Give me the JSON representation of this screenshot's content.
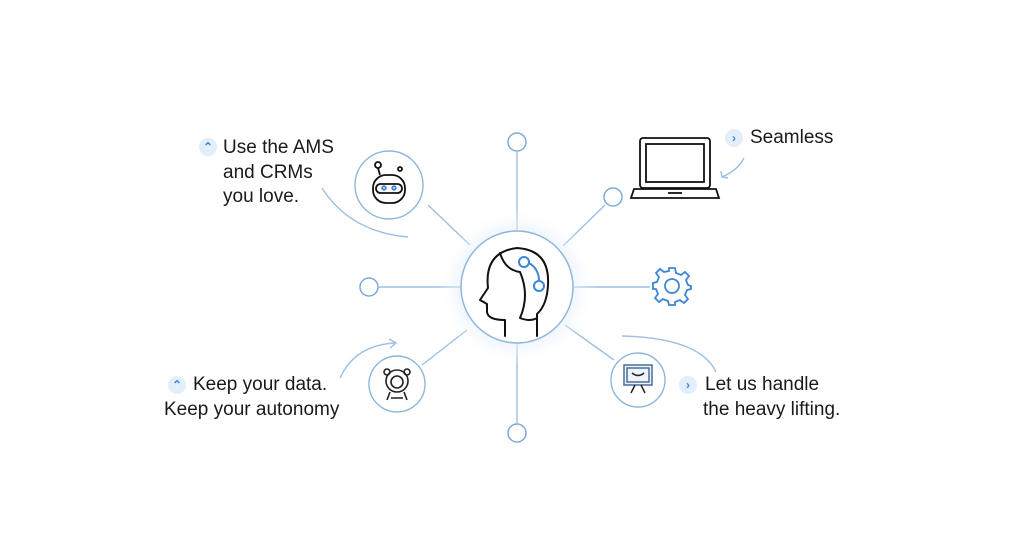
{
  "colors": {
    "accent": "#3b86d9",
    "line": "#8fb6dc",
    "text": "#1a1a1a"
  },
  "labels": {
    "top_left": {
      "icon": "chevron-up-icon",
      "lines": [
        "Use the AMS",
        "and CRMs",
        "you love."
      ]
    },
    "top_right": {
      "icon": "chevron-right-icon",
      "lines": [
        "Seamless"
      ]
    },
    "bottom_left": {
      "icon": "chevron-up-icon",
      "lines": [
        "Keep your data.",
        "Keep your autonomy"
      ]
    },
    "bottom_right": {
      "icon": "chevron-right-icon",
      "lines": [
        "Let us handle",
        "the heavy lifting."
      ]
    }
  },
  "nodes": [
    "head-ai-icon",
    "robot-icon",
    "laptop-icon",
    "gear-icon",
    "astronaut-icon",
    "presenter-icon"
  ]
}
